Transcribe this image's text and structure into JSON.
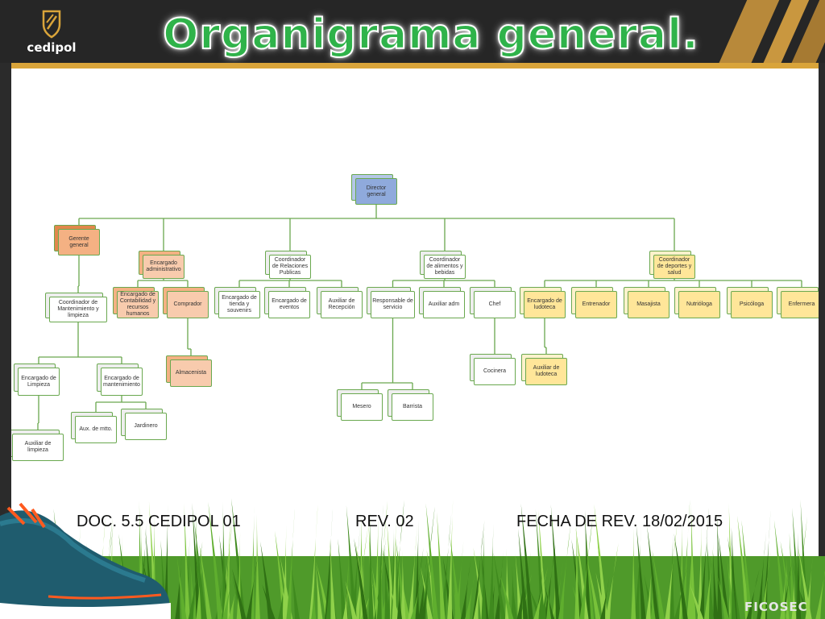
{
  "header": {
    "logo_text": "cedipol",
    "title": "Organigrama general."
  },
  "org_chart": {
    "nodes": [
      {
        "id": "director",
        "label": "Director general",
        "color": "blue"
      },
      {
        "id": "gerente",
        "label": "Gerente general",
        "color": "orange"
      },
      {
        "id": "enc_admin",
        "label": "Encargado administrativo",
        "color": "salmon"
      },
      {
        "id": "coord_rp",
        "label": "Coordinador de Relaciones Publicas",
        "color": "white"
      },
      {
        "id": "coord_ab",
        "label": "Coordinador de alimentos y bebidas",
        "color": "white"
      },
      {
        "id": "coord_ds",
        "label": "Coordinador de deportes y salud",
        "color": "yellow"
      },
      {
        "id": "coord_mant",
        "label": "Coordinador de Mantenimiento y limpieza",
        "color": "white"
      },
      {
        "id": "enc_cont",
        "label": "Encargado de Contabilidad y recursos humanos",
        "color": "salmon"
      },
      {
        "id": "comprador",
        "label": "Comprador",
        "color": "salmon"
      },
      {
        "id": "enc_tienda",
        "label": "Encargado de tienda y souvenirs",
        "color": "white"
      },
      {
        "id": "enc_eventos",
        "label": "Encargado de eventos",
        "color": "white"
      },
      {
        "id": "aux_recep",
        "label": "Auxiliar de Recepción",
        "color": "white"
      },
      {
        "id": "resp_serv",
        "label": "Responsable de servicio",
        "color": "white"
      },
      {
        "id": "aux_adm",
        "label": "Auxiliar adm",
        "color": "white"
      },
      {
        "id": "chef",
        "label": "Chef",
        "color": "white"
      },
      {
        "id": "enc_ludo",
        "label": "Encargado de ludoteca",
        "color": "yellow"
      },
      {
        "id": "entrenador",
        "label": "Entrenador",
        "color": "yellow"
      },
      {
        "id": "masajista",
        "label": "Masajista",
        "color": "yellow"
      },
      {
        "id": "nutriologa",
        "label": "Nutrióloga",
        "color": "yellow"
      },
      {
        "id": "psicologa",
        "label": "Psicóloga",
        "color": "yellow"
      },
      {
        "id": "enfermera",
        "label": "Enfermera",
        "color": "yellow"
      },
      {
        "id": "enc_limp",
        "label": "Encargado de Limpieza",
        "color": "white"
      },
      {
        "id": "enc_mant",
        "label": "Encargado de mantenimiento",
        "color": "white"
      },
      {
        "id": "almacenista",
        "label": "Almacenista",
        "color": "salmon"
      },
      {
        "id": "cocinera",
        "label": "Cocinera",
        "color": "white"
      },
      {
        "id": "aux_ludo",
        "label": "Auxiliar de ludoteca",
        "color": "yellow"
      },
      {
        "id": "mesero",
        "label": "Mesero",
        "color": "white"
      },
      {
        "id": "barrista",
        "label": "Barrista",
        "color": "white"
      },
      {
        "id": "aux_mtto",
        "label": "Aux. de mtto.",
        "color": "white"
      },
      {
        "id": "jardinero",
        "label": "Jardinero",
        "color": "white"
      },
      {
        "id": "aux_limp",
        "label": "Auxiliar de limpieza",
        "color": "white"
      }
    ],
    "edges": [
      [
        "director",
        "gerente"
      ],
      [
        "director",
        "enc_admin"
      ],
      [
        "director",
        "coord_rp"
      ],
      [
        "director",
        "coord_ab"
      ],
      [
        "director",
        "coord_ds"
      ],
      [
        "gerente",
        "coord_mant"
      ],
      [
        "enc_admin",
        "enc_cont"
      ],
      [
        "enc_admin",
        "comprador"
      ],
      [
        "coord_rp",
        "enc_tienda"
      ],
      [
        "coord_rp",
        "enc_eventos"
      ],
      [
        "coord_rp",
        "aux_recep"
      ],
      [
        "coord_ab",
        "resp_serv"
      ],
      [
        "coord_ab",
        "aux_adm"
      ],
      [
        "coord_ab",
        "chef"
      ],
      [
        "coord_ds",
        "enc_ludo"
      ],
      [
        "coord_ds",
        "entrenador"
      ],
      [
        "coord_ds",
        "masajista"
      ],
      [
        "coord_ds",
        "nutriologa"
      ],
      [
        "coord_ds",
        "psicologa"
      ],
      [
        "coord_ds",
        "enfermera"
      ],
      [
        "coord_mant",
        "enc_limp"
      ],
      [
        "coord_mant",
        "enc_mant"
      ],
      [
        "comprador",
        "almacenista"
      ],
      [
        "chef",
        "cocinera"
      ],
      [
        "enc_ludo",
        "aux_ludo"
      ],
      [
        "resp_serv",
        "mesero"
      ],
      [
        "resp_serv",
        "barrista"
      ],
      [
        "enc_mant",
        "aux_mtto"
      ],
      [
        "enc_mant",
        "jardinero"
      ],
      [
        "enc_limp",
        "aux_limp"
      ]
    ]
  },
  "colors": {
    "blue": "#8faadc",
    "orange": "#f4b183",
    "salmon": "#f8cbad",
    "white": "#ffffff",
    "yellow": "#ffe699",
    "blue_back": "#b4c7e7",
    "orange_back": "#e2874b",
    "salmon_back": "#f4b183",
    "white_back": "#eeeeee",
    "yellow_back": "#fff2cc",
    "line": "#6aa84f",
    "title_green": "#2fb34a",
    "gold": "#d9a43a"
  },
  "footer": {
    "doc": "DOC. 5.5 CEDIPOL 01",
    "rev": "REV. 02",
    "fecha": "FECHA DE REV. 18/02/2015"
  },
  "watermark": "FICOSEC"
}
